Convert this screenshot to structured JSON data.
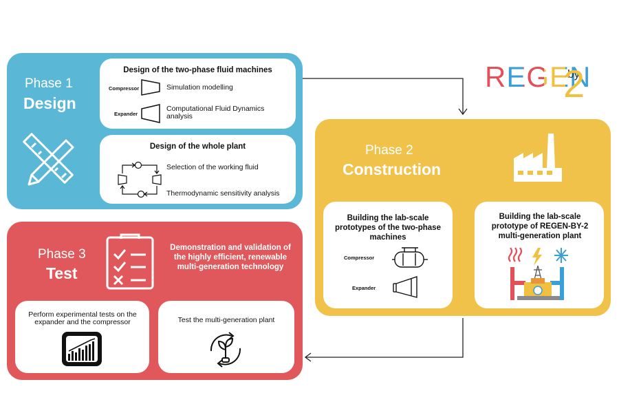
{
  "logo": {
    "main": "REGEN",
    "by": "by",
    "num": "2",
    "colors": {
      "R": "#e4505a",
      "E": "#3a9fd6",
      "G": "#e4505a",
      "E2": "#f0c040",
      "N": "#3a9fd6",
      "accent": "#f0c040"
    }
  },
  "phase1": {
    "num": "Phase 1",
    "name": "Design",
    "card1": {
      "title": "Design of the two-phase fluid machines",
      "compressor": "Compressor",
      "expander": "Expander",
      "sim": "Simulation modelling",
      "cfd": "Computational Fluid Dynamics analysis"
    },
    "card2": {
      "title": "Design of the whole plant",
      "fluid": "Selection of the working fluid",
      "thermo": "Thermodynamic sensitivity analysis"
    }
  },
  "phase2": {
    "num": "Phase 2",
    "name": "Construction",
    "card1": {
      "title": "Building the lab-scale prototypes of the two-phase machines",
      "compressor": "Compressor",
      "expander": "Expander"
    },
    "card2": {
      "title": "Building the lab-scale prototype of REGEN-BY-2 multi-generation plant"
    }
  },
  "phase3": {
    "num": "Phase 3",
    "name": "Test",
    "demo": "Demonstration and validation of the highly efficient, renewable multi-generation technology",
    "card1": {
      "title": "Perform experimental tests on the expander and the compressor"
    },
    "card2": {
      "title": "Test the multi-generation plant"
    }
  },
  "colors": {
    "phase1": "#5ab8d6",
    "phase2": "#f0c24a",
    "phase3": "#e0585c"
  }
}
